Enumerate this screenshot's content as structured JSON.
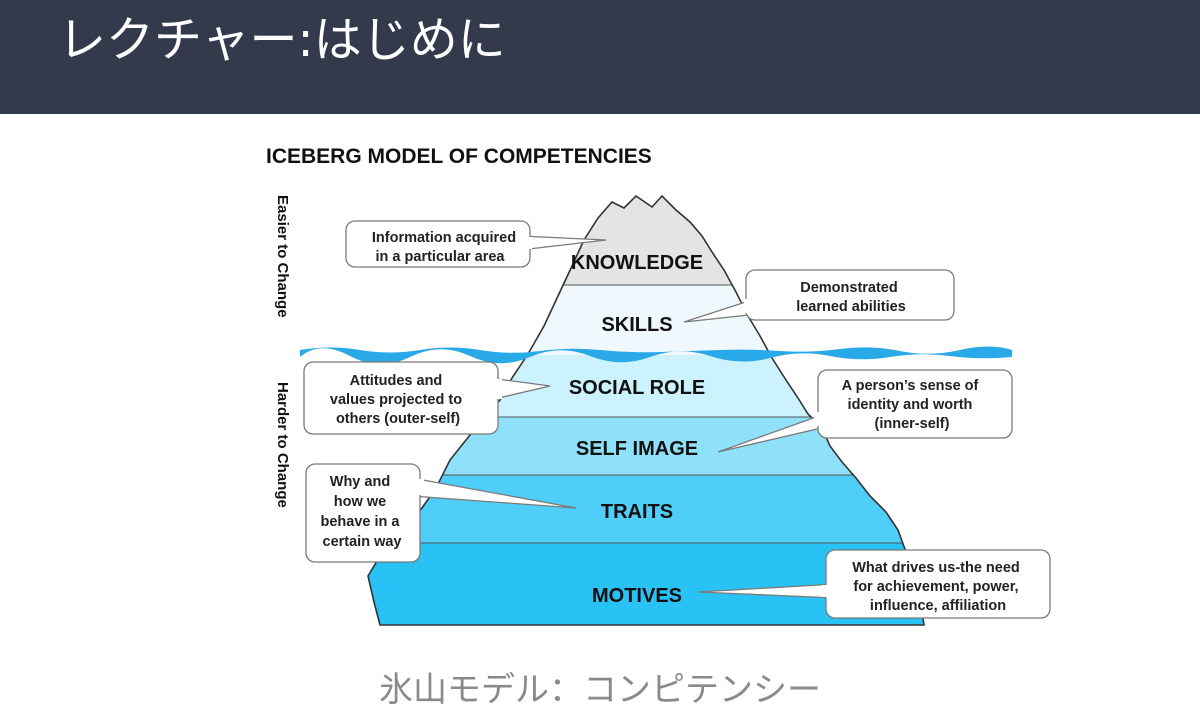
{
  "header": {
    "title": "レクチャー:はじめに",
    "background": "#323a4c"
  },
  "diagram": {
    "title": "ICEBERG MODEL OF COMPETENCIES",
    "side_labels": {
      "top": "Easier to Change",
      "bottom": "Harder to Change"
    },
    "layers": [
      {
        "label": "KNOWLEDGE",
        "color": "#e4e4e4"
      },
      {
        "label": "SKILLS",
        "color": "#eef8fd"
      },
      {
        "label": "SOCIAL ROLE",
        "color": "#ccf2fd"
      },
      {
        "label": "SELF IMAGE",
        "color": "#8fe1fa"
      },
      {
        "label": "TRAITS",
        "color": "#4fcef7"
      },
      {
        "label": "MOTIVES",
        "color": "#29c2f4"
      }
    ],
    "callouts": [
      {
        "id": "knowledge",
        "lines": [
          "Information acquired",
          "in a particular area"
        ]
      },
      {
        "id": "skills",
        "lines": [
          "Demonstrated",
          "learned abilities"
        ]
      },
      {
        "id": "social-role",
        "lines": [
          "Attitudes and",
          "values projected to",
          "others (outer-self)"
        ]
      },
      {
        "id": "self-image",
        "lines": [
          "A person’s sense of",
          "identity and worth",
          "(inner-self)"
        ]
      },
      {
        "id": "traits",
        "lines": [
          "Why and",
          "how we",
          "behave in a",
          "certain way"
        ]
      },
      {
        "id": "motives",
        "lines": [
          "What drives us-the need",
          "for achievement, power,",
          "influence, affiliation"
        ]
      }
    ],
    "water_color": "#2aa9e8"
  },
  "caption": "氷山モデル：コンピテンシー"
}
